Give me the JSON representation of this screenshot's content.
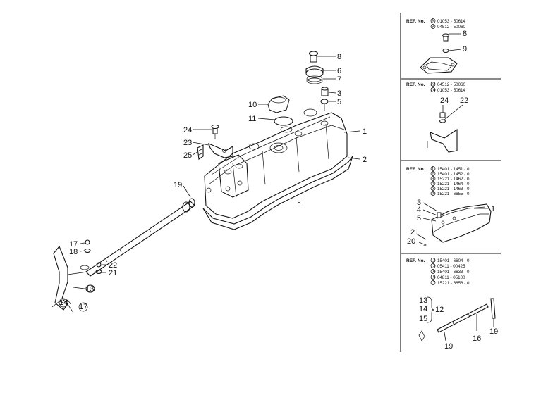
{
  "main_callouts": [
    {
      "id": "c1",
      "label": "1"
    },
    {
      "id": "c2",
      "label": "2"
    },
    {
      "id": "c3",
      "label": "3"
    },
    {
      "id": "c5",
      "label": "5"
    },
    {
      "id": "c6",
      "label": "6"
    },
    {
      "id": "c7",
      "label": "7"
    },
    {
      "id": "c8",
      "label": "8"
    },
    {
      "id": "c10",
      "label": "10"
    },
    {
      "id": "c11",
      "label": "11"
    },
    {
      "id": "c19",
      "label": "19"
    },
    {
      "id": "c24",
      "label": "24"
    },
    {
      "id": "c23",
      "label": "23"
    },
    {
      "id": "c25",
      "label": "25"
    },
    {
      "id": "c17",
      "label": "17"
    },
    {
      "id": "c18",
      "label": "18"
    },
    {
      "id": "c22",
      "label": "22"
    },
    {
      "id": "c21",
      "label": "21"
    },
    {
      "id": "c13",
      "label": "13"
    },
    {
      "id": "c14",
      "label": "14"
    },
    {
      "id": "c17b",
      "label": "17"
    }
  ],
  "panels": [
    {
      "ref_label": "REF. No.",
      "refs": [
        {
          "num": "9",
          "code": "01053 - 50614"
        },
        {
          "num": "9",
          "code": "04512 - 50060"
        }
      ],
      "callouts": [
        "8",
        "9"
      ]
    },
    {
      "ref_label": "REF. No.",
      "refs": [
        {
          "num": "22",
          "code": "04512 - 50060"
        },
        {
          "num": "24",
          "code": "01053 - 50614"
        }
      ],
      "callouts": [
        "24",
        "22"
      ]
    },
    {
      "ref_label": "REF. No.",
      "refs": [
        {
          "num": "1",
          "code": "15401 - 1451 - 0"
        },
        {
          "num": "2",
          "code": "15401 - 1452 - 0"
        },
        {
          "num": "3",
          "code": "15221 - 1462 - 0"
        },
        {
          "num": "4",
          "code": "15221 - 1464 - 0"
        },
        {
          "num": "5",
          "code": "15221 - 1463 - 0"
        },
        {
          "num": "20",
          "code": "15221 - 6655 - 0"
        }
      ],
      "callouts": [
        "3",
        "4",
        "5",
        "1",
        "2",
        "20"
      ]
    },
    {
      "ref_label": "REF. No.",
      "refs": [
        {
          "num": "12",
          "code": "15401 - 6604 - 0"
        },
        {
          "num": "13",
          "code": "05411 - 00425"
        },
        {
          "num": "16",
          "code": "15401 - 6633 - 0"
        },
        {
          "num": "19",
          "code": "04811 - 05100"
        },
        {
          "num": "17",
          "code": "15221 - 6656 - 0"
        }
      ],
      "callouts": [
        "13",
        "14",
        "15",
        "12",
        "19",
        "16",
        "19"
      ]
    }
  ]
}
